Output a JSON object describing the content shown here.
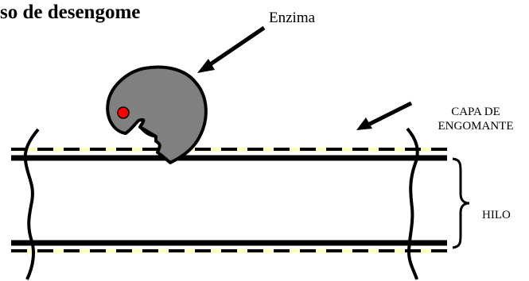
{
  "diagram": {
    "title": "so de desengome",
    "labels": {
      "enzyme": "Enzima",
      "coating_line1": "CAPA DE",
      "coating_line2": "ENGOMANTE",
      "thread": "HILO"
    }
  },
  "colors": {
    "enzyme_fill": "#808080",
    "enzyme_dot": "#ff0000",
    "coating": "#ffffc0",
    "lines": "#000000"
  }
}
